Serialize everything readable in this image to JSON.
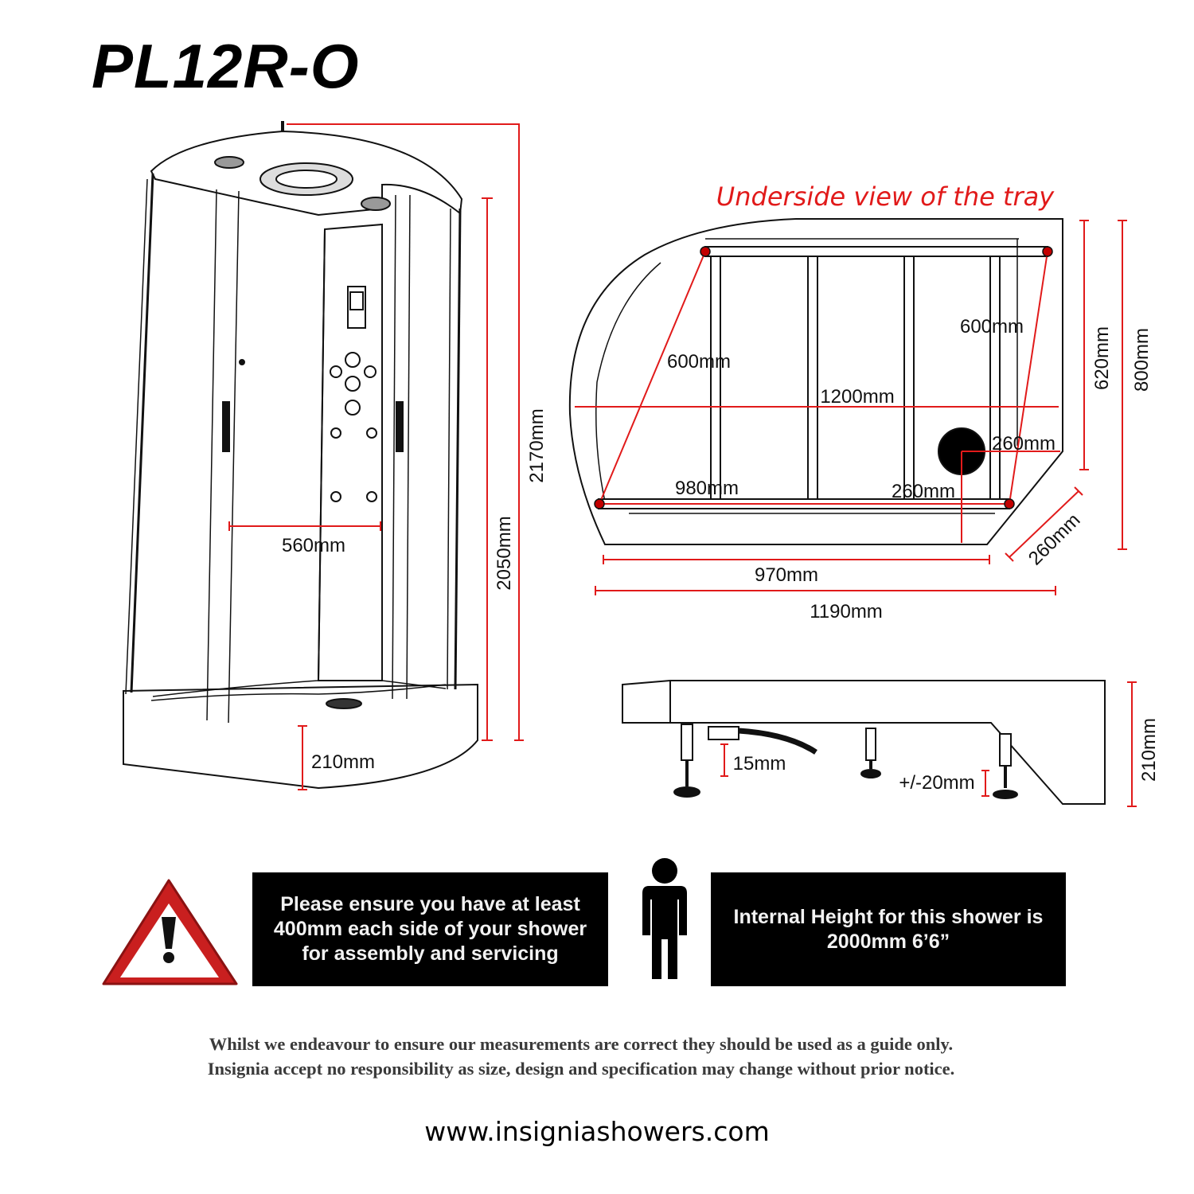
{
  "title": "PL12R-O",
  "tray_view_title": "Underside view of the tray",
  "cabin_dims": {
    "total_height": "2170mm",
    "frame_height": "2050mm",
    "door_width": "560mm",
    "tray_height": "210mm"
  },
  "tray_dims": {
    "diag_left": "600mm",
    "diag_right": "600mm",
    "width_1200": "1200mm",
    "width_980": "980mm",
    "waste_offset_x": "260mm",
    "waste_offset_y": "260mm",
    "width_970": "970mm",
    "width_1190": "1190mm",
    "depth_620": "620mm",
    "depth_800": "800mm",
    "corner_260": "260mm"
  },
  "side_dims": {
    "lift": "15mm",
    "leg_adjust": "+/-20mm",
    "height": "210mm"
  },
  "notices": {
    "clearance": "Please ensure you have at least 400mm each side of your shower for assembly and servicing",
    "internal_height": "Internal Height for this shower is 2000mm 6’6”"
  },
  "disclaimer": {
    "line1": "Whilst we endeavour to ensure our measurements are correct they should be used as a guide only.",
    "line2": "Insignia accept no responsibility as size, design and specification may change without prior notice."
  },
  "website": "www.insigniashowers.com",
  "colors": {
    "dimension_red": "#e11a1a",
    "warning_red": "#c91f1f",
    "notice_bg": "#000000"
  }
}
